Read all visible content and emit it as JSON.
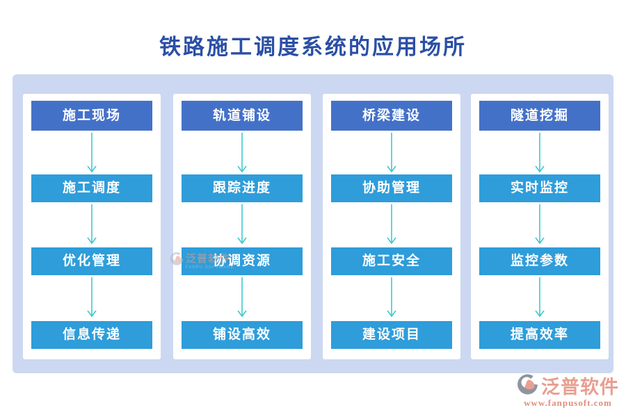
{
  "title": {
    "text": "铁路施工调度系统的应用场所",
    "color": "#2b4fa5"
  },
  "diagram": {
    "columns": [
      {
        "boxes": [
          "施工现场",
          "施工调度",
          "优化管理",
          "信息传递"
        ]
      },
      {
        "boxes": [
          "轨道铺设",
          "跟踪进度",
          "协调资源",
          "铺设高效"
        ]
      },
      {
        "boxes": [
          "桥梁建设",
          "协助管理",
          "施工安全",
          "建设项目"
        ]
      },
      {
        "boxes": [
          "隧道挖掘",
          "实时监控",
          "监控参数",
          "提高效率"
        ]
      }
    ],
    "colors": {
      "header_box": "#4471c8",
      "item_box": "#2e9dda",
      "arrow": "#3ec9cc",
      "panel_bg": "#ccd8f1",
      "card_bg": "#ffffff"
    }
  },
  "branding": {
    "watermark": {
      "name": "泛普软件",
      "subtext": "FANPU SOFTWARE"
    },
    "footer": {
      "name": "泛普软件",
      "url": "www.fanpusoft.com",
      "accent": "#e79f90"
    }
  }
}
